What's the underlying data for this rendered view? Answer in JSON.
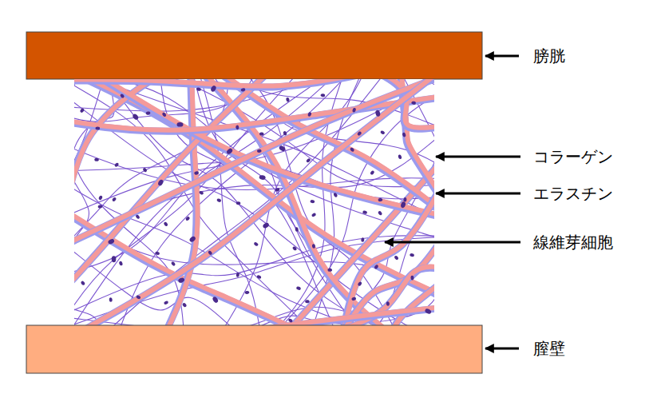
{
  "diagram": {
    "labels": [
      "膀胱",
      "コラーゲン",
      "エラスチン",
      "線維芽細胞",
      "膣壁"
    ]
  }
}
